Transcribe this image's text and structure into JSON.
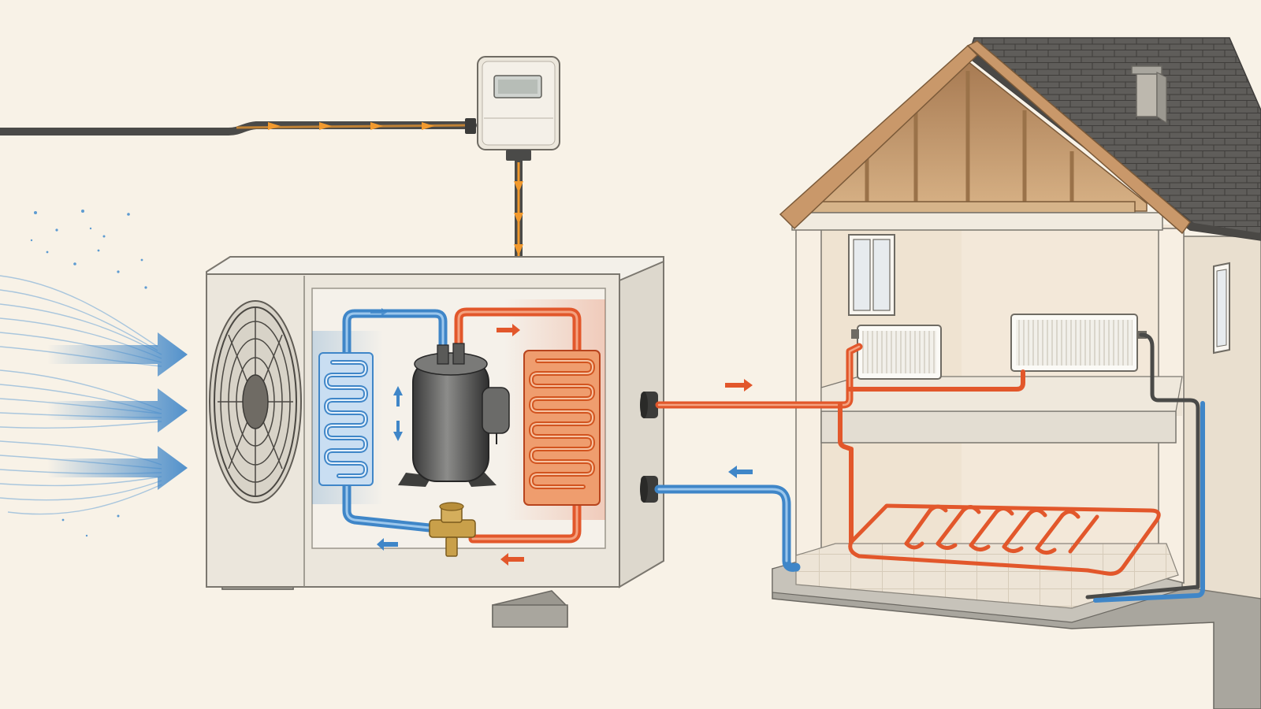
{
  "colors": {
    "background": "#f8f2e7",
    "cold": "#3f86c8",
    "hot": "#e2572b",
    "electric": "#f29a2e",
    "cable": "#4a4a48",
    "unit_body": "#ebe6dc",
    "roof": "#5f5d5a",
    "timber": "#c9986a",
    "wall": "#f3e8d9",
    "slab": "#e3ddd2",
    "brass": "#c9a04a"
  },
  "icons": [
    "airflow-arrow",
    "fan-icon",
    "evaporator-coil",
    "compressor-icon",
    "condenser-coil",
    "expansion-valve-icon",
    "electric-meter-icon",
    "radiator-icon",
    "underfloor-heating-loop",
    "window-icon",
    "chimney-icon"
  ],
  "text": {}
}
